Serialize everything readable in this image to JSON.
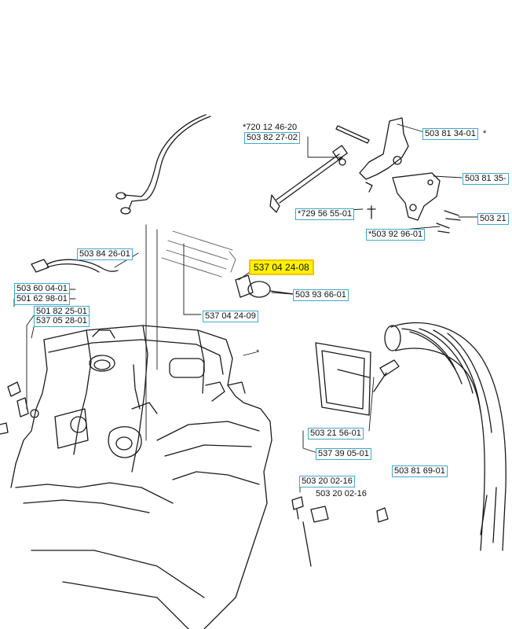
{
  "labels": {
    "l1": "*720 12 46-20",
    "l2": "503 82 27-02",
    "l3": "503 81 34-01",
    "l3_star": "*",
    "l4": "503 81 35-",
    "l5": "*729 56 55-01",
    "l6": "503 21",
    "l7": "*503 92 96-01",
    "l8": "503 84 26-01",
    "l9": "537 04 24-08",
    "l10": "503 93 66-01",
    "l11": "503 60 04-01",
    "l12": "501 62 98-01",
    "l13": "501 82 25-01",
    "l14": "537 05 28-01",
    "l15": "537 04 24-09",
    "l16": "503 21 56-01",
    "l17": "537 39 05-01",
    "l18": "503 81 69-01",
    "l19": "503 20 02-16",
    "l20": "503 20 02-16",
    "star_mark": "*"
  },
  "colors": {
    "label_border": "#3fa9c9",
    "highlight_fill": "#fff200",
    "highlight_border": "#f2c400",
    "line": "#1a1a1a"
  }
}
